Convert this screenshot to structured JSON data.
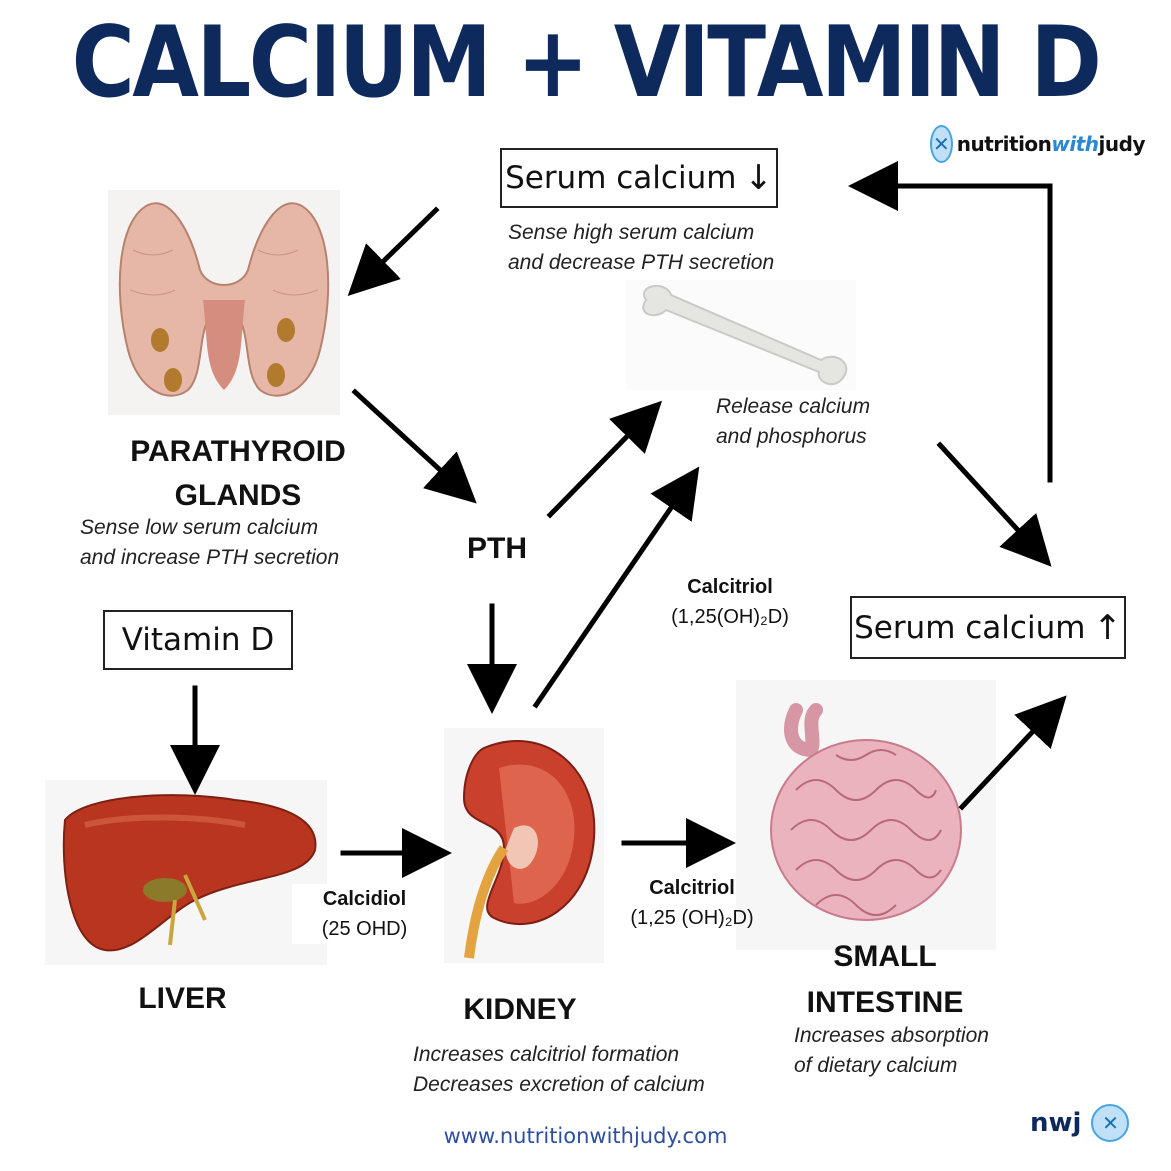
{
  "title": "CALCIUM + VITAMIN D",
  "logo": {
    "part1": "nutrition",
    "part2": "with",
    "part3": "judy",
    "icon": "fork-spoon-icon"
  },
  "boxes": {
    "serum_low": {
      "text": "Serum calcium",
      "arrow": "↓"
    },
    "serum_high": {
      "text": "Serum calcium",
      "arrow": "↑"
    },
    "vitamin_d": {
      "text": "Vitamin D"
    }
  },
  "notes": {
    "sense_high_1": "Sense high serum calcium",
    "sense_high_2": "and decrease PTH secretion",
    "release_1": "Release calcium",
    "release_2": "and phosphorus",
    "sense_low_1": "Sense low serum calcium",
    "sense_low_2": "and increase PTH secretion",
    "kidney_1": "Increases calcitriol formation",
    "kidney_2": "Decreases excretion of calcium",
    "intestine_1": "Increases absorption",
    "intestine_2": "of dietary calcium"
  },
  "labels": {
    "parathyroid_1": "PARATHYROID",
    "parathyroid_2": "GLANDS",
    "pth": "PTH",
    "liver": "LIVER",
    "kidney": "KIDNEY",
    "intestine_1": "SMALL",
    "intestine_2": "INTESTINE"
  },
  "chem": {
    "calcitriol_top_name": "Calcitriol",
    "calcitriol_top_formula": "(1,25(OH)₂D)",
    "calcidiol_name": "Calcidiol",
    "calcidiol_formula": "(25 OHD)",
    "calcitriol_bottom_name": "Calcitriol",
    "calcitriol_bottom_formula": "(1,25 (OH)₂D)"
  },
  "footer": {
    "url": "www.nutritionwithjudy.com",
    "mark": "nwj"
  },
  "colors": {
    "title": "#0e2a5c",
    "organ_red": "#b8321e",
    "parathyroid": "#e8b8a8",
    "intestine": "#e8aab5",
    "bone": "#e9e9e6",
    "url": "#2d4f9e"
  }
}
